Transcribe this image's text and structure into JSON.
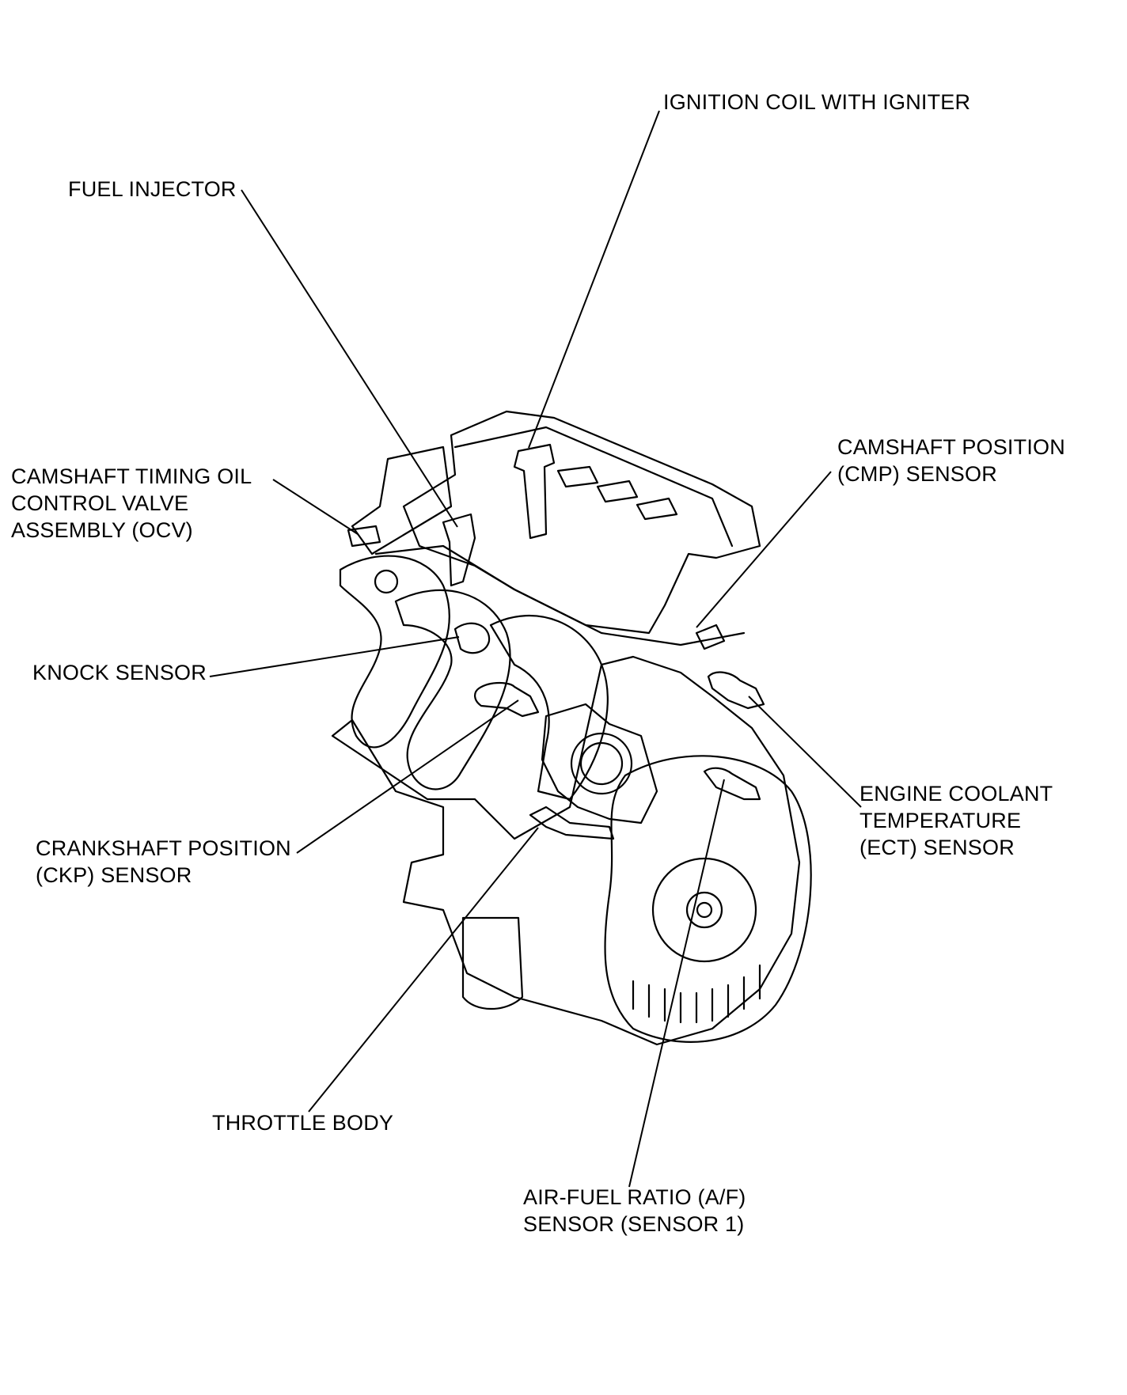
{
  "labels": {
    "ignition_coil": [
      "IGNITION COIL WITH IGNITER"
    ],
    "fuel_injector": [
      "FUEL INJECTOR"
    ],
    "ocv": [
      "CAMSHAFT TIMING OIL",
      "CONTROL VALVE",
      "ASSEMBLY (OCV)"
    ],
    "cmp_sensor": [
      "CAMSHAFT POSITION",
      "(CMP) SENSOR"
    ],
    "knock_sensor": [
      "KNOCK SENSOR"
    ],
    "ect_sensor": [
      "ENGINE COOLANT",
      "TEMPERATURE",
      "(ECT) SENSOR"
    ],
    "ckp_sensor": [
      "CRANKSHAFT POSITION",
      "(CKP) SENSOR"
    ],
    "throttle_body": [
      "THROTTLE BODY"
    ],
    "af_sensor": [
      "AIR-FUEL RATIO (A/F)",
      "SENSOR (SENSOR 1)"
    ]
  },
  "colors": {
    "line": "#000000",
    "background": "#ffffff"
  }
}
